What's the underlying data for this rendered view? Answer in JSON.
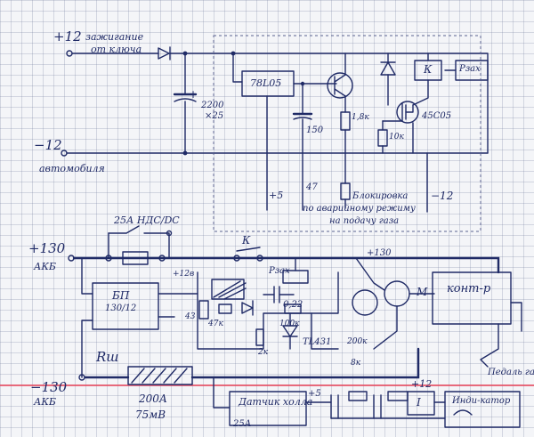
{
  "colors": {
    "ink": "#1f2a66",
    "grid": "#aab0c4",
    "margin_line": "#e84a5f",
    "paper": "#f4f5f8"
  },
  "labels": {
    "ignition_pos": "+12",
    "ignition_text": "зажигание",
    "ignition_text2": "от ключа",
    "car_neg": "−12",
    "car_neg_text": "автомобиля",
    "cap_main": "2200",
    "cap_main_v": "×25",
    "regulator": "78L05",
    "cap_small": "150",
    "res_top": "1,8к",
    "res_mid": "10к",
    "mosfet": "45С05",
    "relay": "К",
    "relay_coil": "Рзах",
    "logic_pos": "+5",
    "logic_r": "47",
    "neg_12": "−12",
    "lock_text1": "Блокировка",
    "lock_text2": "по аварийному режиму",
    "lock_text3": "на подачу газа",
    "fuse_label": "25А НДС/DС",
    "bat_pos": "+130",
    "bat_pos_unit": "АКБ",
    "bat_neg": "−130",
    "bat_neg_unit": "АКБ",
    "relay_k": "К",
    "relay_zah": "Рзах",
    "plus130": "+130",
    "dcdc": "БП",
    "dcdc_v": "130/12",
    "rshunt": "Rш",
    "shunt_rating": "200А",
    "shunt_mv": "75мВ",
    "r_12w": "+12в",
    "r_43": "43",
    "r_47k": "47к",
    "cap_022": "0,22",
    "r_100k": "100к",
    "tl431": "TL431",
    "r_2k": "2к",
    "r_200k": "200к",
    "r_8k": "8к",
    "motor": "М",
    "controller": "конт-р",
    "pedal": "Педаль газа",
    "sensor": "Датчик холла",
    "sensor_rating": "25А",
    "sensor_out": "+5",
    "plus12_bottom": "+12",
    "indicator": "Инди-катор",
    "cur_i": "I",
    "plus_mark": "+"
  }
}
